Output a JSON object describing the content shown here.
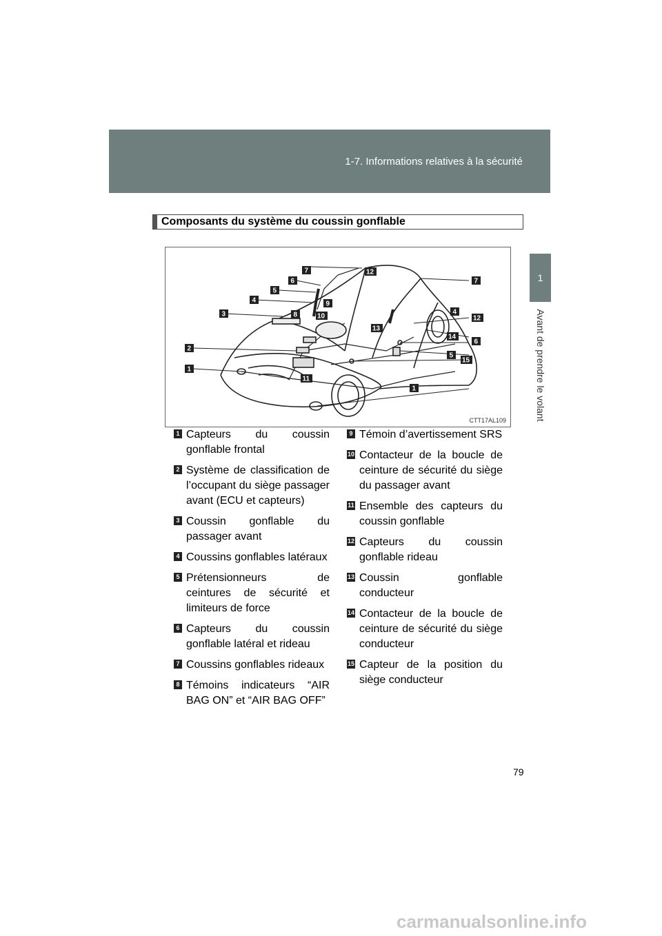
{
  "header": {
    "title": "1-7. Informations relatives à la sécurité"
  },
  "side": {
    "chapter": "1",
    "label": "Avant de prendre le volant"
  },
  "section": {
    "title": "Composants du système du coussin gonflable"
  },
  "figure": {
    "code": "CTT17AL109"
  },
  "items_left": [
    {
      "num": "1",
      "text": "Capteurs du coussin gonflable frontal"
    },
    {
      "num": "2",
      "text": "Système de classification de l’occupant du siège passager avant (ECU et capteurs)"
    },
    {
      "num": "3",
      "text": "Coussin gonflable du passager avant"
    },
    {
      "num": "4",
      "text": "Coussins gonflables latéraux"
    },
    {
      "num": "5",
      "text": "Prétensionneurs de ceintures de sécurité et limiteurs de force"
    },
    {
      "num": "6",
      "text": "Capteurs du coussin gonflable latéral et rideau"
    },
    {
      "num": "7",
      "text": "Coussins gonflables rideaux"
    },
    {
      "num": "8",
      "text": "Témoins indicateurs “AIR BAG ON” et “AIR BAG OFF”"
    }
  ],
  "items_right": [
    {
      "num": "9",
      "text": "Témoin d’avertissement SRS"
    },
    {
      "num": "10",
      "text": "Contacteur de la boucle de ceinture de sécurité du siège du passager avant"
    },
    {
      "num": "11",
      "text": "Ensemble des capteurs du coussin gonflable"
    },
    {
      "num": "12",
      "text": "Capteurs du coussin gonflable rideau"
    },
    {
      "num": "13",
      "text": "Coussin gonflable conducteur"
    },
    {
      "num": "14",
      "text": "Contacteur de la boucle de ceinture de sécurité du siège conducteur"
    },
    {
      "num": "15",
      "text": "Capteur de la position du siège conducteur"
    }
  ],
  "page": {
    "number": "79"
  },
  "watermark": {
    "text": "carmanualsonline.info"
  }
}
